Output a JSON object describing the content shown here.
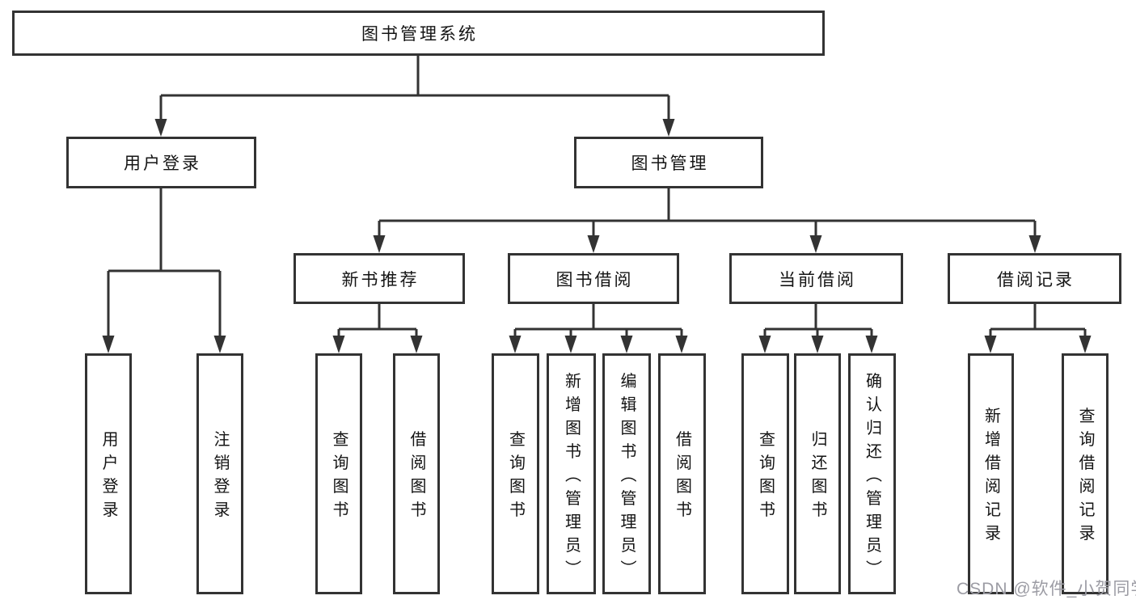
{
  "tree": {
    "label": "图书管理系统",
    "children": [
      {
        "label": "用户登录",
        "children": [
          {
            "label": "用户登录"
          },
          {
            "label": "注销登录"
          }
        ]
      },
      {
        "label": "图书管理",
        "children": [
          {
            "label": "新书推荐",
            "children": [
              {
                "label": "查询图书"
              },
              {
                "label": "借阅图书"
              }
            ]
          },
          {
            "label": "图书借阅",
            "children": [
              {
                "label": "查询图书"
              },
              {
                "label": "新增图书（管理员）"
              },
              {
                "label": "编辑图书（管理员）"
              },
              {
                "label": "借阅图书"
              }
            ]
          },
          {
            "label": "当前借阅",
            "children": [
              {
                "label": "查询图书"
              },
              {
                "label": "归还图书"
              },
              {
                "label": "确认归还（管理员）"
              }
            ]
          },
          {
            "label": "借阅记录",
            "children": [
              {
                "label": "新增借阅记录"
              },
              {
                "label": "查询借阅记录"
              }
            ]
          }
        ]
      }
    ]
  },
  "watermark": "CSDN @软件_小贺同学",
  "colors": {
    "line": "#333333",
    "text": "#141414",
    "watermark": "#9c9ca4",
    "background": "#ffffff"
  }
}
